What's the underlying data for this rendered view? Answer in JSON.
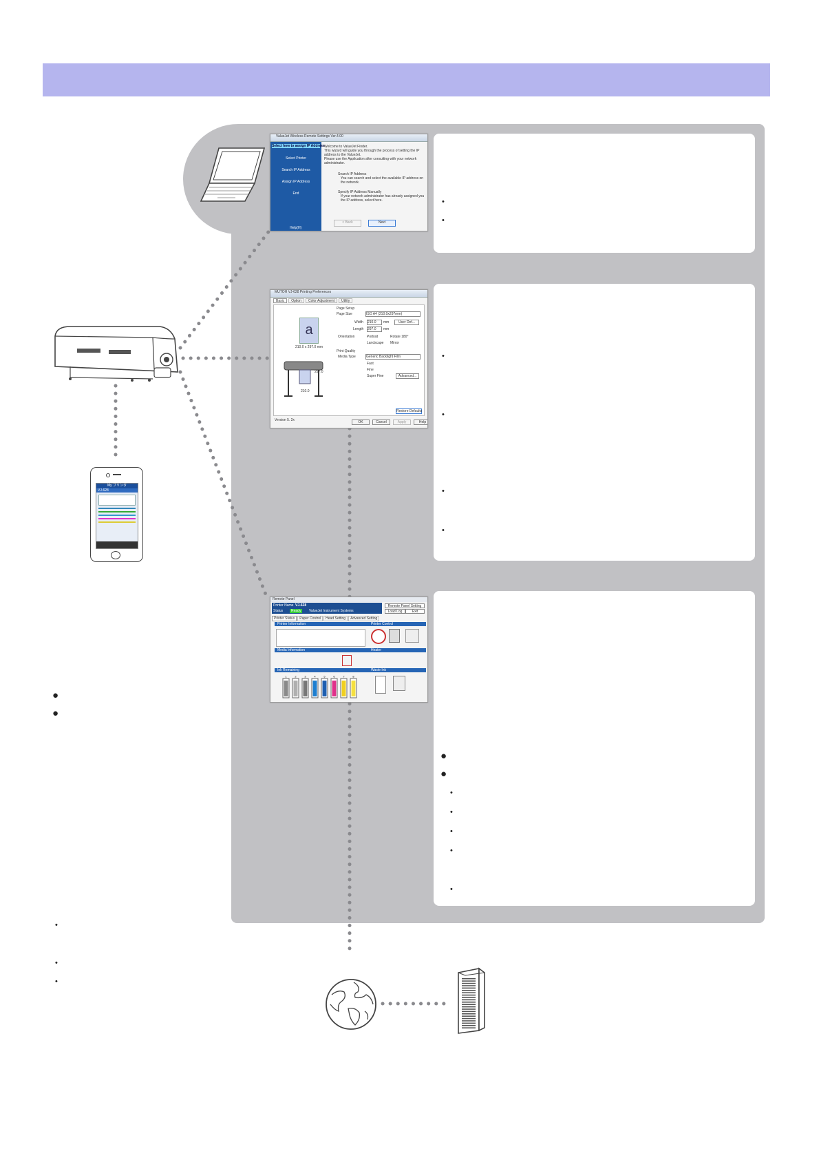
{
  "header": {
    "color": "#b5b5ee"
  },
  "panel": {
    "color": "#c1c1c4"
  },
  "icons": [
    "laptop-icon",
    "printer-icon",
    "smartphone-icon",
    "globe-icon",
    "server-icon"
  ],
  "screens": {
    "finder": {
      "title": "ValueJet Wireless Remote Settings  Ver.4.00",
      "steps": [
        "Select how to assign IP Address",
        "Select Printer",
        "Search IP Address",
        "Assign IP Address",
        "End"
      ],
      "help": "Help(H)",
      "welcome": "Welcome to ValueJet Finder.",
      "intro1": "This wizard will guide you through the process of  setting the IP",
      "intro2": "address to the ValueJet.",
      "intro3": "Please use the Application after consulting with your network",
      "intro4": "administrator.",
      "opt1_title": "Search IP Address",
      "opt1_desc1": "You can search and select the available IP address on",
      "opt1_desc2": "the network.",
      "opt2_title": "Specify IP Address Manually",
      "opt2_desc1": "If your network administrator has already assigned you",
      "opt2_desc2": "the IP address, select here.",
      "back": "< Back",
      "next": "Next"
    },
    "driver": {
      "title": "MUTOH VJ-628 Printing Preferences",
      "tabs": [
        "Basic",
        "Option",
        "Color Adjustment",
        "Utility"
      ],
      "preview_letter": "a",
      "preview_size": "210.0 x 297.0 mm",
      "page_setup": "Page Setup",
      "page_size_label": "Page Size",
      "page_size_value": "ISO A4 (210.0x297mm)",
      "width_label": "Width",
      "width_value": "210.0",
      "length_label": "Length",
      "length_value": "297.0",
      "unit": "mm",
      "user_def": "User Def...",
      "orientation_label": "Orientation",
      "portrait": "Portrait",
      "rotate": "Rotate 180°",
      "landscape": "Landscape",
      "mirror": "Mirror",
      "print_quality": "Print Quality",
      "media_type_label": "Media Type",
      "media_type_value": "Generic Backlight Film",
      "fast": "Fast",
      "fine": "Fine",
      "super_fine": "Super Fine",
      "advanced": "Advanced...",
      "version": "Version 5. 2x",
      "restore": "Restore Defaults",
      "ok": "OK",
      "cancel": "Cancel",
      "apply": "Apply",
      "help": "Help",
      "fig1": "297.0",
      "fig2": "210.0"
    },
    "monitor": {
      "title": "Remote Panel",
      "printer_name_label": "Printer Name",
      "printer_name_value": "VJ-628",
      "status_label": "Status",
      "status_value": "Ready",
      "model": "ValueJet Instrument Systems",
      "btns": [
        "Remote Panel Setting",
        "Load Log",
        "Exit"
      ],
      "tabs": [
        "Printer Status",
        "Paper Control",
        "Head Setting",
        "Advanced Setting"
      ],
      "sec_printer_info": "Printer Information",
      "sec_printer_control": "Printer Control",
      "sec_media": "Media Information",
      "sec_ink": "Ink Remaining",
      "sec_waste": "Waste Ink",
      "sec_heater": "Heater",
      "ink_labels": [
        "1",
        "2",
        "3",
        "4",
        "5",
        "6",
        "7",
        "8"
      ],
      "ink_colors": [
        "#8a8a8a",
        "#b0b0b0",
        "#777777",
        "#1e7fd0",
        "#1e5fb0",
        "#e0308a",
        "#f0d020",
        "#f5e040"
      ]
    },
    "phone": {
      "title": "My プリンタ",
      "model": "VJ-628"
    }
  },
  "right_cards": {
    "card1_bullets": 2,
    "card2_bullets": 4,
    "card3_big_bullets": 2,
    "card3_small_bullets": 5
  },
  "left_notes": {
    "big_bullets": 2,
    "small_bullets": 3
  }
}
